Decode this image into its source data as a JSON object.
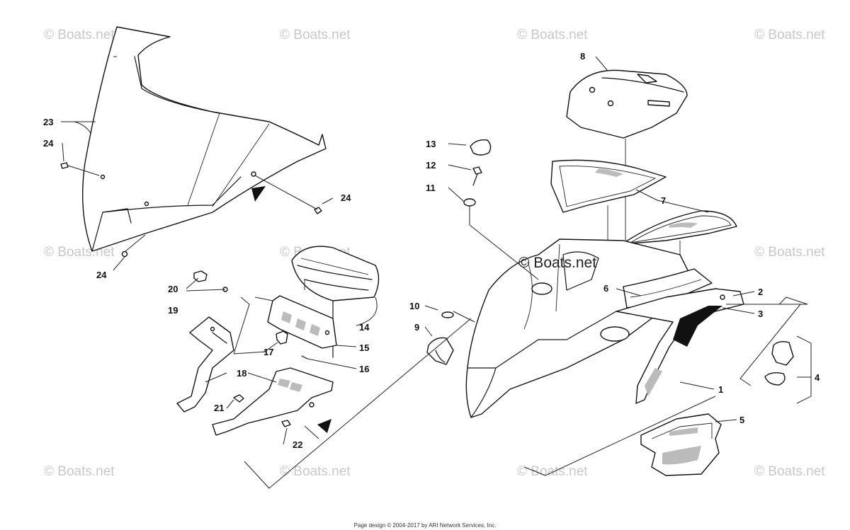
{
  "watermark": "© Boats.net",
  "footer": "Page design © 2004-2017 by ARI Network Services, Inc.",
  "callouts": [
    "1",
    "2",
    "3",
    "4",
    "5",
    "6",
    "7",
    "8",
    "9",
    "10",
    "11",
    "12",
    "13",
    "14",
    "15",
    "16",
    "17",
    "18",
    "19",
    "20",
    "21",
    "22",
    "23",
    "24",
    "24",
    "24"
  ]
}
